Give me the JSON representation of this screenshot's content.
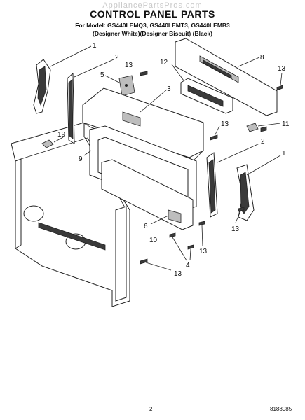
{
  "watermark": "AppliancePartsPros.com",
  "title": "CONTROL PANEL PARTS",
  "models": "For Model: GS440LEMQ3, GS440LEMT3, GS440LEMB3",
  "variants": "(Designer White)(Designer Biscuit)   (Black)",
  "callouts": {
    "c1_top": "1",
    "c2_top": "2",
    "c5": "5",
    "c13_a": "13",
    "c12": "12",
    "c3": "3",
    "c8": "8",
    "c13_b": "13",
    "c19": "19",
    "c9": "9",
    "c13_c": "13",
    "c11": "11",
    "c2_right": "2",
    "c1_right": "1",
    "c6": "6",
    "c13_d": "13",
    "c10": "10",
    "c13_e": "13",
    "c4": "4",
    "c13_f": "13"
  },
  "footer": {
    "page": "2",
    "doc": "8188085"
  }
}
